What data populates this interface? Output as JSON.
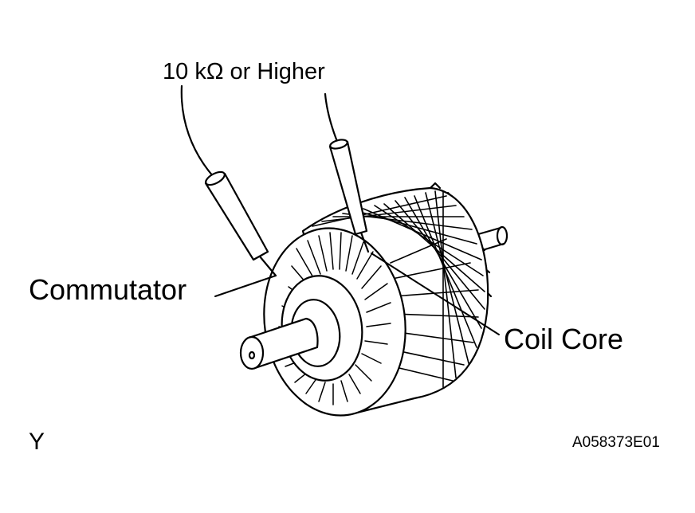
{
  "labels": {
    "resistance": "10 kΩ  or Higher",
    "commutator": "Commutator",
    "coil_core": "Coil Core",
    "corner_mark": "Y",
    "figure_code": "A058373E01"
  }
}
